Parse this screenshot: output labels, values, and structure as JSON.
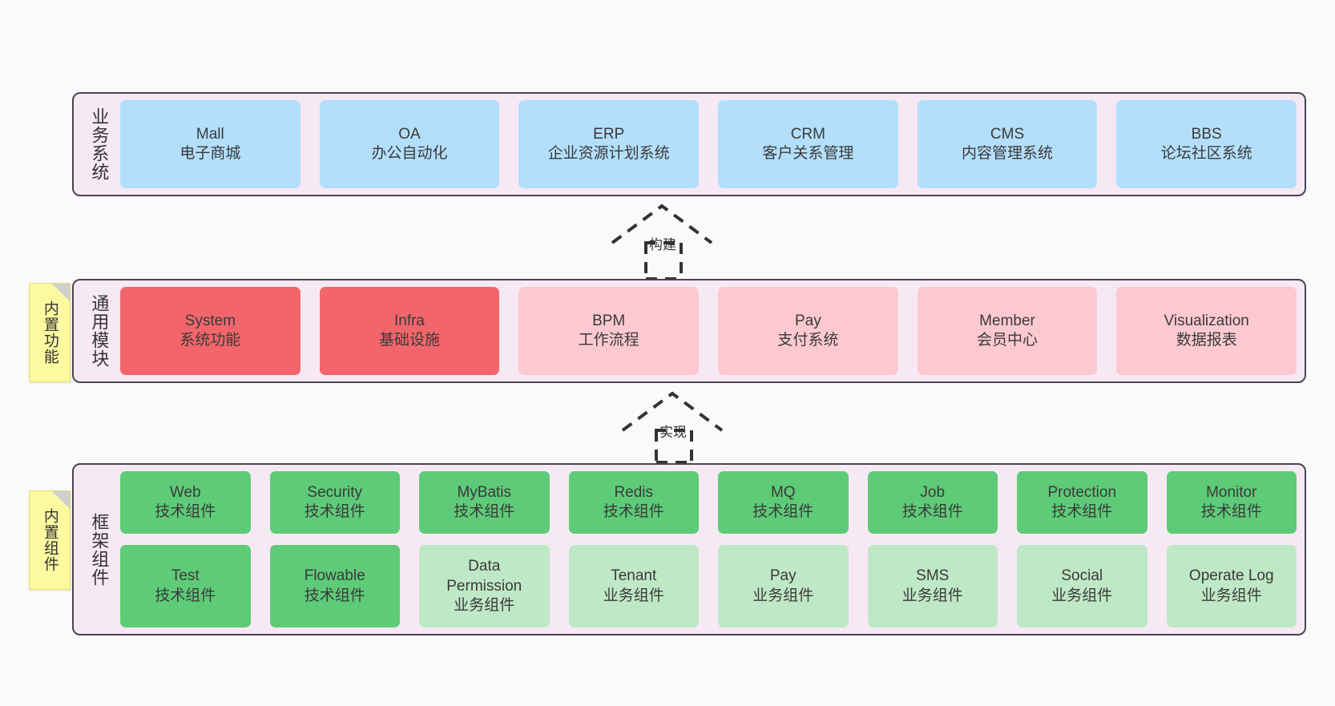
{
  "colors": {
    "canvas": "#fafafa",
    "layer_fill": "#f7e9f3",
    "layer_border": "#4a4452",
    "business_card": "#b3dffc",
    "module_core": "#f2666b",
    "module_optional": "#fcc9d1",
    "tech_component": "#5ecb78",
    "business_component": "#bfe8c6",
    "sticky_note": "#fcf9a0"
  },
  "layers": [
    {
      "id": "business-systems",
      "title": "业务系统",
      "rows": [
        {
          "cards": [
            {
              "en": "Mall",
              "cn": "电子商城",
              "style": "c-blue"
            },
            {
              "en": "OA",
              "cn": "办公自动化",
              "style": "c-blue"
            },
            {
              "en": "ERP",
              "cn": "企业资源计划系统",
              "style": "c-blue"
            },
            {
              "en": "CRM",
              "cn": "客户关系管理",
              "style": "c-blue"
            },
            {
              "en": "CMS",
              "cn": "内容管理系统",
              "style": "c-blue"
            },
            {
              "en": "BBS",
              "cn": "论坛社区系统",
              "style": "c-blue"
            }
          ]
        }
      ]
    },
    {
      "id": "common-modules",
      "title": "通用模块",
      "sticky": "内置功能",
      "rows": [
        {
          "cards": [
            {
              "en": "System",
              "cn": "系统功能",
              "style": "c-red"
            },
            {
              "en": "Infra",
              "cn": "基础设施",
              "style": "c-red"
            },
            {
              "en": "BPM",
              "cn": "工作流程",
              "style": "c-pink"
            },
            {
              "en": "Pay",
              "cn": "支付系统",
              "style": "c-pink"
            },
            {
              "en": "Member",
              "cn": "会员中心",
              "style": "c-pink"
            },
            {
              "en": "Visualization",
              "cn": "数据报表",
              "style": "c-pink"
            }
          ]
        }
      ]
    },
    {
      "id": "framework-components",
      "title": "框架组件",
      "sticky": "内置组件",
      "rows": [
        {
          "cards": [
            {
              "en": "Web",
              "cn": "技术组件",
              "style": "c-green"
            },
            {
              "en": "Security",
              "cn": "技术组件",
              "style": "c-green"
            },
            {
              "en": "MyBatis",
              "cn": "技术组件",
              "style": "c-green"
            },
            {
              "en": "Redis",
              "cn": "技术组件",
              "style": "c-green"
            },
            {
              "en": "MQ",
              "cn": "技术组件",
              "style": "c-green"
            },
            {
              "en": "Job",
              "cn": "技术组件",
              "style": "c-green"
            },
            {
              "en": "Protection",
              "cn": "技术组件",
              "style": "c-green"
            },
            {
              "en": "Monitor",
              "cn": "技术组件",
              "style": "c-green"
            }
          ]
        },
        {
          "cards": [
            {
              "en": "Test",
              "cn": "技术组件",
              "style": "c-green"
            },
            {
              "en": "Flowable",
              "cn": "技术组件",
              "style": "c-green"
            },
            {
              "en": "Data\nPermission",
              "cn": "业务组件",
              "style": "c-green-light"
            },
            {
              "en": "Tenant",
              "cn": "业务组件",
              "style": "c-green-light"
            },
            {
              "en": "Pay",
              "cn": "业务组件",
              "style": "c-green-light"
            },
            {
              "en": "SMS",
              "cn": "业务组件",
              "style": "c-green-light"
            },
            {
              "en": "Social",
              "cn": "业务组件",
              "style": "c-green-light"
            },
            {
              "en": "Operate Log",
              "cn": "业务组件",
              "style": "c-green-light"
            }
          ]
        }
      ]
    }
  ],
  "connectors": [
    {
      "id": "build",
      "label": "构建",
      "from": "common-modules",
      "to": "business-systems"
    },
    {
      "id": "implement",
      "label": "实现",
      "from": "framework-components",
      "to": "common-modules"
    }
  ]
}
